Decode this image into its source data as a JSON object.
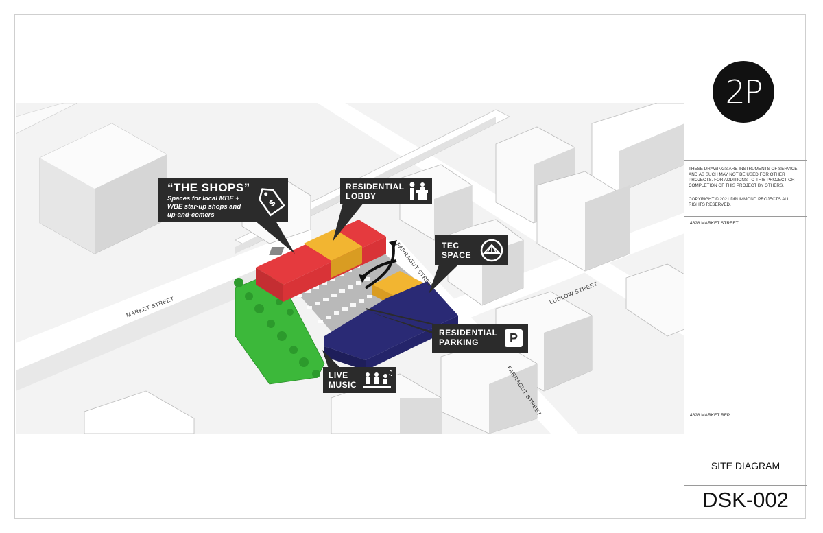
{
  "logo": {
    "text": "2P"
  },
  "title_block": {
    "disclaimer": "THESE DRAWINGS ARE INSTRUMENTS OF SERVICE AND AS SUCH MAY NOT BE USED FOR OTHER PROJECTS. FOR ADDITIONS TO THIS PROJECT OR COMPLETION OF THIS PROJECT BY OTHERS.",
    "copyright": "COPYRIGHT © 2021 DRUMMOND PROJECTS ALL RIGHTS RESERVED.",
    "address": "4628 MARKET STREET",
    "project": "4628 MARKET RFP",
    "sheet_title": "SITE DIAGRAM",
    "sheet_number": "DSK-002"
  },
  "callouts": {
    "shops": {
      "title": "“THE SHOPS”",
      "desc_1": "Spaces for local MBE +",
      "desc_2": "WBE star-up shops and",
      "desc_3": "up-and-comers",
      "icon": "price-tag-icon"
    },
    "lobby": {
      "line1": "RESIDENTIAL",
      "line2": "LOBBY",
      "icon": "reception-desk-icon"
    },
    "tec": {
      "line1": "TEC",
      "line2": "SPACE",
      "icon": "fan-shell-icon"
    },
    "parking": {
      "line1": "RESIDENTIAL",
      "line2": "PARKING",
      "icon": "parking-sign-icon",
      "icon_letter": "P"
    },
    "music": {
      "line1": "LIVE",
      "line2": "MUSIC",
      "icon": "musicians-icon"
    }
  },
  "streets": {
    "market": "MARKET STREET",
    "farragut_upper": "FARRAGUT STREET",
    "farragut_lower": "FARRAGUT STREET",
    "ludlow": "LUDLOW STREET"
  },
  "colors": {
    "shops": "#e53a3e",
    "lobby": "#f2b531",
    "parking": "#2a2a75",
    "green": "#3cb83a",
    "callout": "#2b2b2b"
  }
}
